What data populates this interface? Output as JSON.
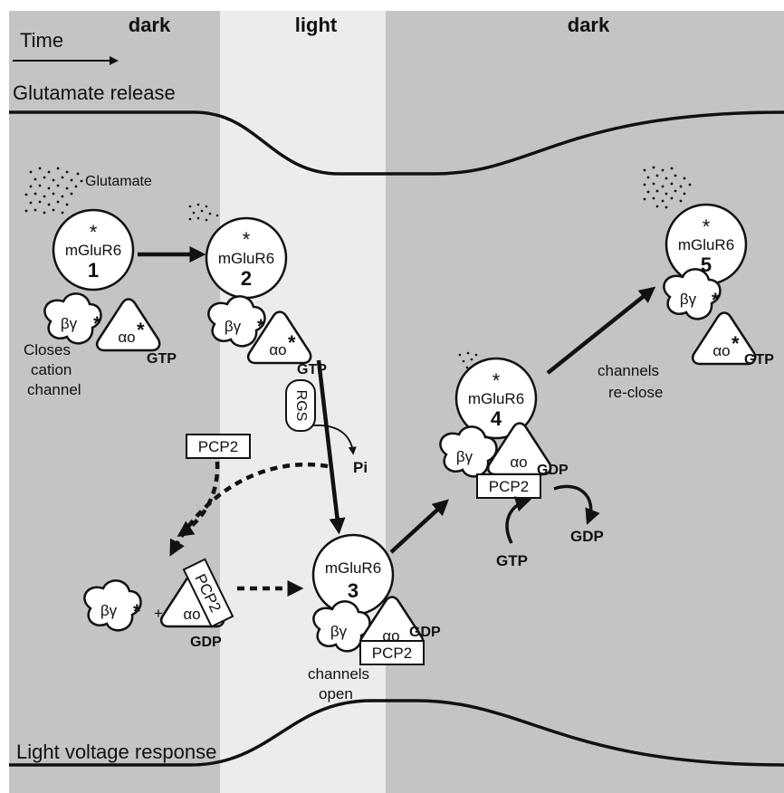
{
  "header": {
    "phase_dark_left": "dark",
    "phase_light": "light",
    "phase_dark_right": "dark"
  },
  "time_label": "Time",
  "glutamate_release_label": "Glutamate release",
  "light_voltage_response_label": "Light voltage response",
  "glutamate_label": "Glutamate",
  "receptor_label": "mGluR6",
  "star": "*",
  "beta_gamma": "βγ",
  "alpha_o": "αo",
  "gtp": "GTP",
  "gdp": "GDP",
  "pi": "Pi",
  "rgs": "RGS",
  "pcp2": "PCP2",
  "plus": "+",
  "states": [
    "1",
    "2",
    "3",
    "4",
    "5"
  ],
  "captions": {
    "closes_line1": "Closes",
    "closes_line2": "cation",
    "closes_line3": "channel",
    "open_line1": "channels",
    "open_line2": "open",
    "reclose_line1": "channels",
    "reclose_line2": "re-close"
  },
  "colors": {
    "dark_phase": "#c4c4c4",
    "light_phase": "#ececec",
    "stroke": "#111111",
    "shape_fill": "#ffffff"
  }
}
